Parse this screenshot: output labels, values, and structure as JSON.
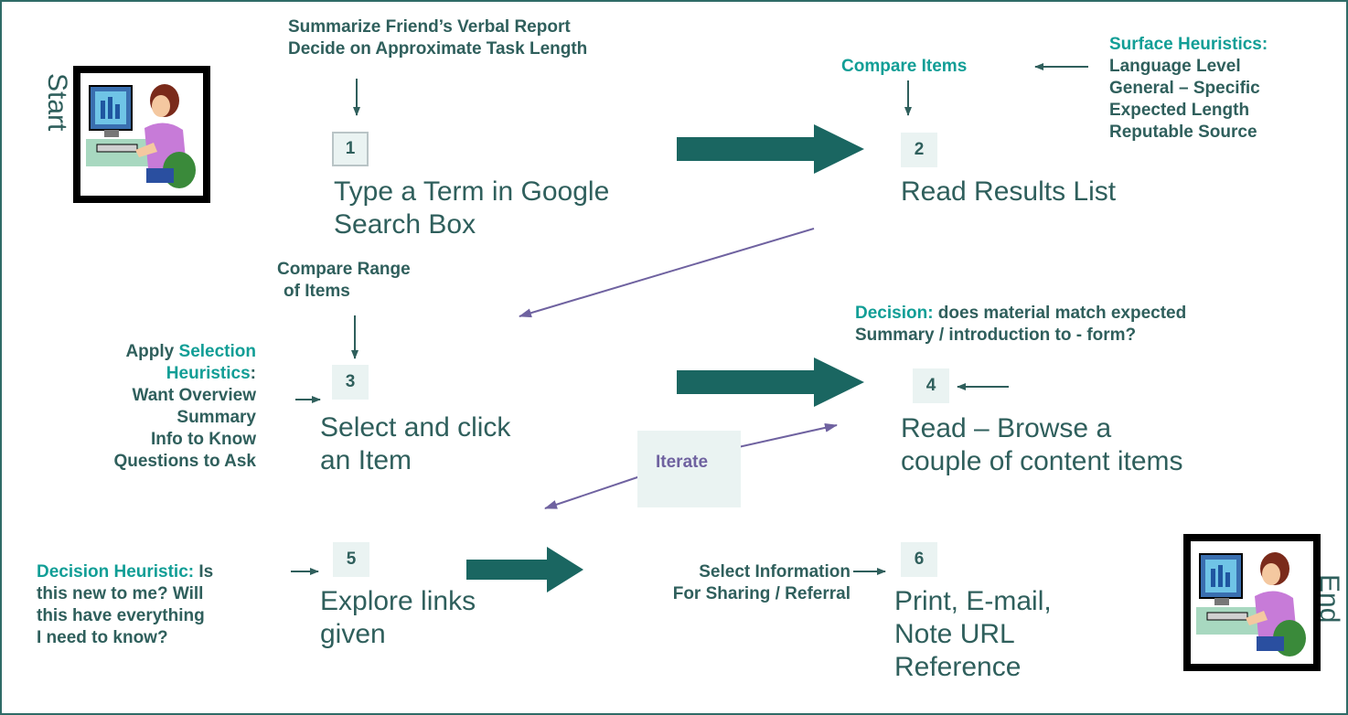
{
  "start_label": "Start",
  "end_label": "End",
  "top_note": {
    "line1": "Summarize Friend’s Verbal Report",
    "line2": "Decide on Approximate Task Length"
  },
  "compare_items": "Compare Items",
  "surface_heuristics": {
    "title": "Surface Heuristics:",
    "items": [
      "Language Level",
      "General – Specific",
      "Expected Length",
      "Reputable Source"
    ]
  },
  "steps": [
    {
      "num": "1",
      "line1": "Type a Term in Google",
      "line2": "Search Box"
    },
    {
      "num": "2",
      "line1": "Read Results List",
      "line2": ""
    },
    {
      "num": "3",
      "line1": "Select and click",
      "line2": "an Item"
    },
    {
      "num": "4",
      "line1": "Read – Browse a",
      "line2": "couple of content items"
    },
    {
      "num": "5",
      "line1": "Explore links",
      "line2": "given"
    },
    {
      "num": "6",
      "line1": "Print, E-mail,",
      "line2": "Note URL",
      "line3": "Reference"
    }
  ],
  "compare_range": {
    "line1": "Compare Range",
    "line2": "of Items"
  },
  "selection": {
    "apply": "Apply ",
    "selection_word": "Selection",
    "heuristics_word": "Heuristics",
    "colon": ":",
    "items": [
      "Want Overview",
      "Summary",
      "Info to Know",
      "Questions to Ask"
    ]
  },
  "decision_top": {
    "label": "Decision:",
    "line1_rest": " does material match expected",
    "line2": "Summary / introduction to - form?"
  },
  "iterate": "Iterate",
  "decision_heuristic": {
    "label": "Decision Heuristic:",
    "line1_rest": " Is",
    "line2": "this new to me? Will",
    "line3": "this have everything",
    "line4": "I need to know?"
  },
  "select_info": {
    "line1": "Select Information",
    "line2": "For Sharing / Referral"
  },
  "colors": {
    "teal_arrow": "#1a6661",
    "accent": "#119e96",
    "text": "#2f5f5c",
    "purple": "#6f62a0"
  }
}
